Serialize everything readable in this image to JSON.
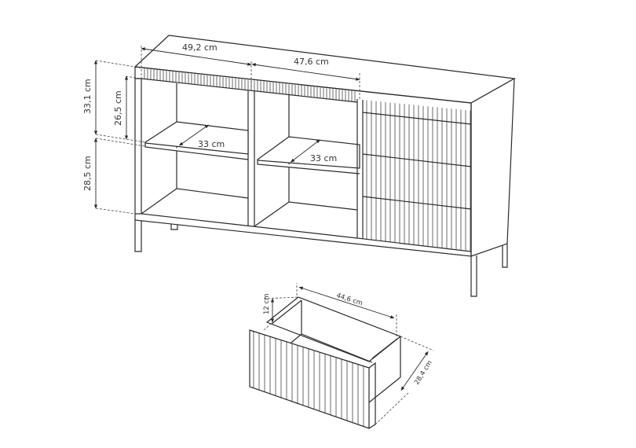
{
  "cabinet": {
    "width_left": "49,2 cm",
    "width_right": "47,6 cm",
    "height_upper_outer": "33,1 cm",
    "height_upper_inner": "26,5 cm",
    "height_lower": "28,5 cm",
    "shelf_depth_left": "33 cm",
    "shelf_depth_right": "33 cm"
  },
  "drawer": {
    "width": "44,6 cm",
    "height": "12 cm",
    "depth": "28,4 cm"
  }
}
